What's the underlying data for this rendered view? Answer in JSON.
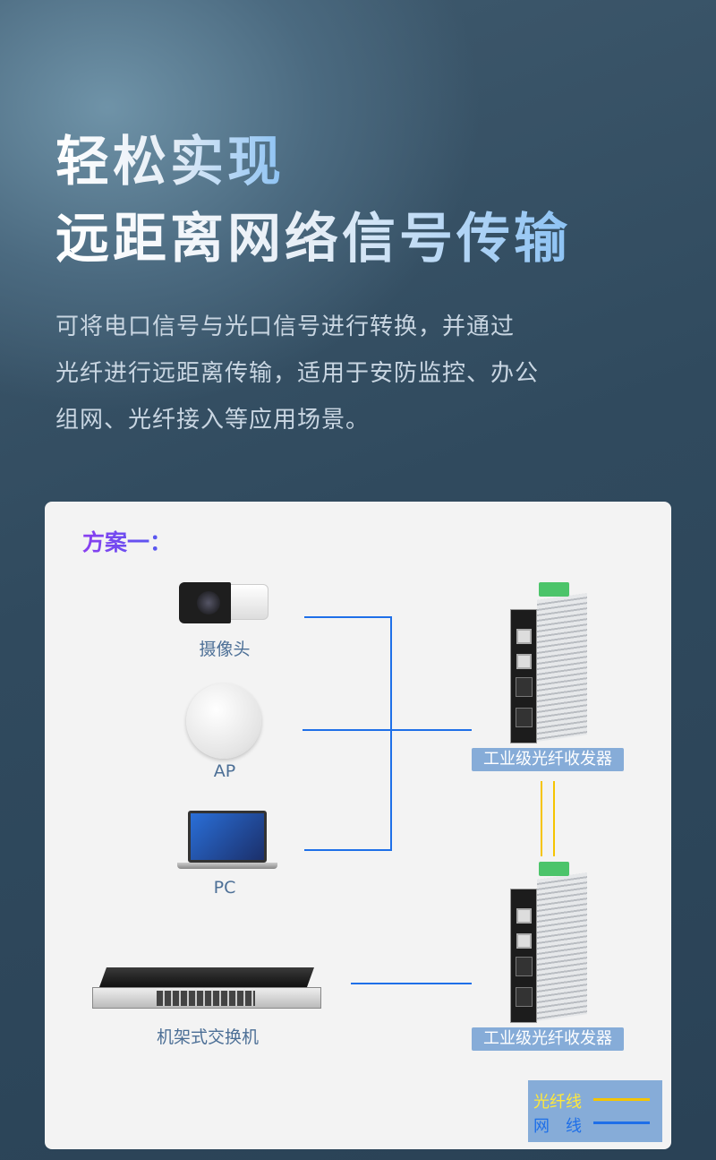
{
  "headline": {
    "line1": "轻松实现",
    "line2": "远距离网络信号传输"
  },
  "description": [
    "可将电口信号与光口信号进行转换，并通过",
    "光纤进行远距离传输，适用于安防监控、办公",
    "组网、光纤接入等应用场景。"
  ],
  "plan": {
    "title": "方案一：",
    "devices": {
      "camera": "摄像头",
      "ap": "AP",
      "pc": "PC",
      "switch": "机架式交换机",
      "transceiver_top": "工业级光纤收发器",
      "transceiver_bottom": "工业级光纤收发器"
    },
    "legend": {
      "fiber": "光纤线",
      "network": "网　线"
    }
  },
  "colors": {
    "fiber": "#f5c400",
    "network": "#1e6fe8",
    "label_box": "#86acd8"
  }
}
